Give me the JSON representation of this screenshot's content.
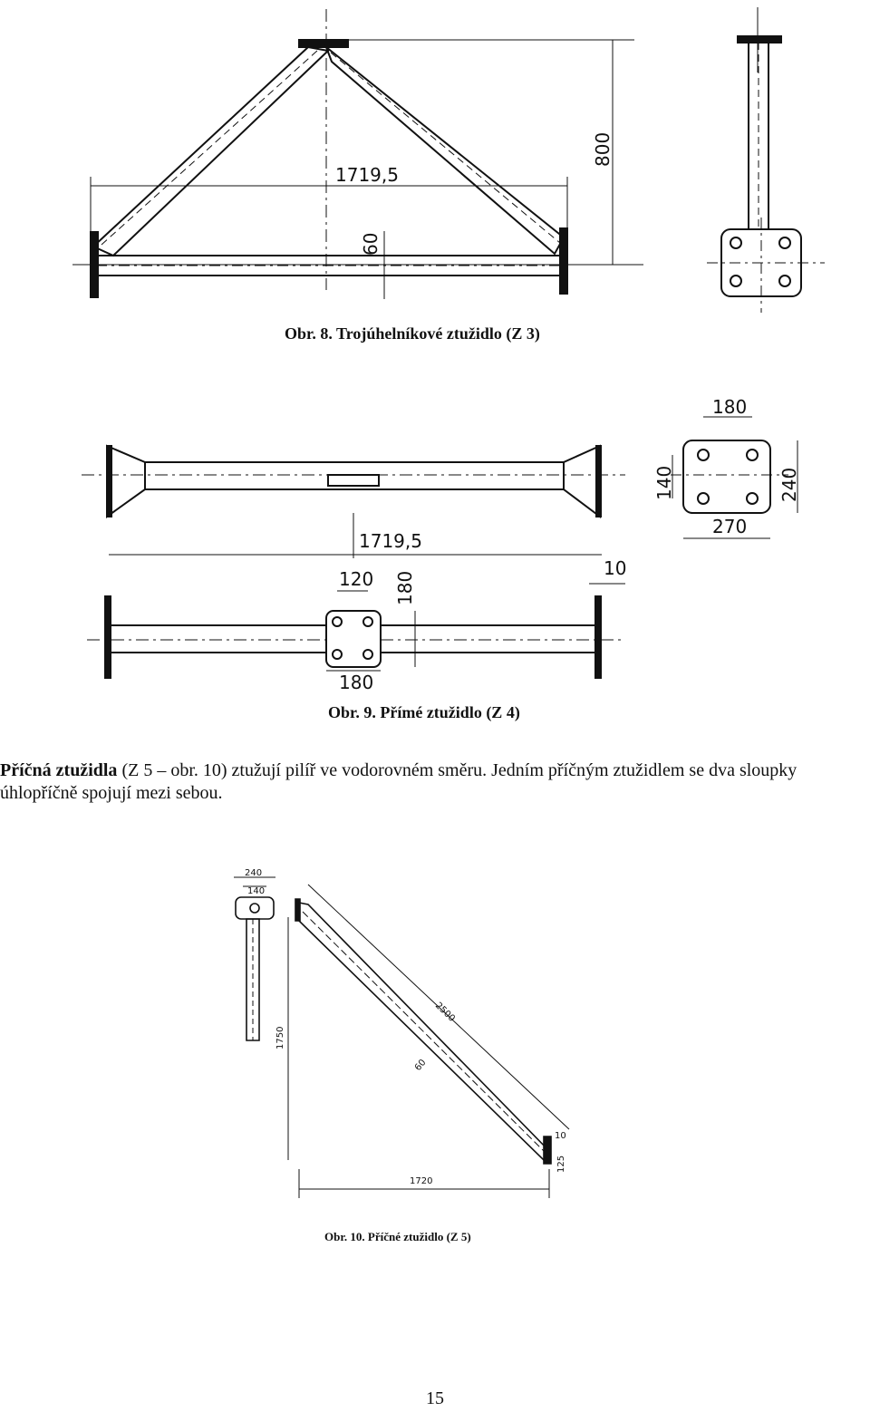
{
  "figures": {
    "fig8": {
      "caption": "Obr. 8. Trojúhelníkové ztužidlo (Z 3)",
      "dims": {
        "span": "1719,5",
        "height": "800",
        "depth": "60"
      }
    },
    "fig9": {
      "caption": "Obr. 9. Přímé ztužidlo (Z 4)",
      "dims": {
        "plate_w_top": "180",
        "plate_h": "140",
        "plate_h_outer": "240",
        "plate_w_bottom": "270",
        "span": "1719,5",
        "end_plate": "10",
        "mid_plate_w": "120",
        "mid_plate_h": "180",
        "mid_plate_w_bottom": "180"
      }
    },
    "fig10": {
      "caption": "Obr. 10. Příčné ztužidlo (Z 5)",
      "dims": {
        "plate_w": "240",
        "plate_inner": "140",
        "height": "1750",
        "diagonal": "2500",
        "section": "60",
        "end_plate": "10",
        "end_plate_h": "125",
        "span": "1720"
      }
    }
  },
  "paragraph": {
    "lead": "Příčná ztužidla",
    "text": " (Z 5 – obr. 10) ztužují pilíř ve vodorovném směru. Jedním příčným ztužidlem se dva sloupky úhlopříčně spojují mezi sebou."
  },
  "page_number": "15"
}
